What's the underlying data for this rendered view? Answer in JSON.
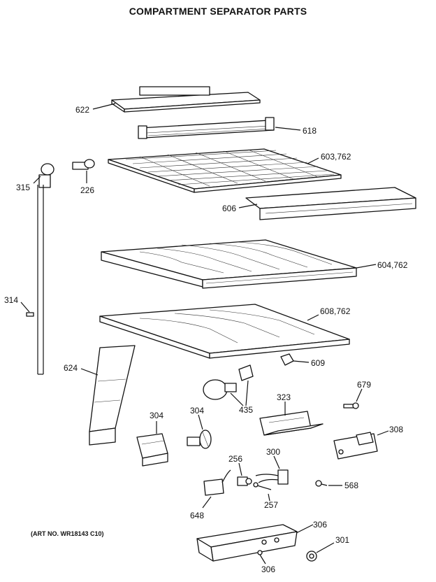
{
  "title": "COMPARTMENT SEPARATOR PARTS",
  "art_no": "(ART NO. WR18143 C10)",
  "labels": {
    "p622": "622",
    "p618": "618",
    "p603": "603,762",
    "p226": "226",
    "p315": "315",
    "p606": "606",
    "p604": "604,762",
    "p314": "314",
    "p608": "608,762",
    "p609": "609",
    "p624": "624",
    "p435": "435",
    "p323": "323",
    "p679": "679",
    "p304a": "304",
    "p304b": "304",
    "p308": "308",
    "p300": "300",
    "p256": "256",
    "p568": "568",
    "p257": "257",
    "p648": "648",
    "p306a": "306",
    "p301": "301",
    "p306b": "306"
  }
}
